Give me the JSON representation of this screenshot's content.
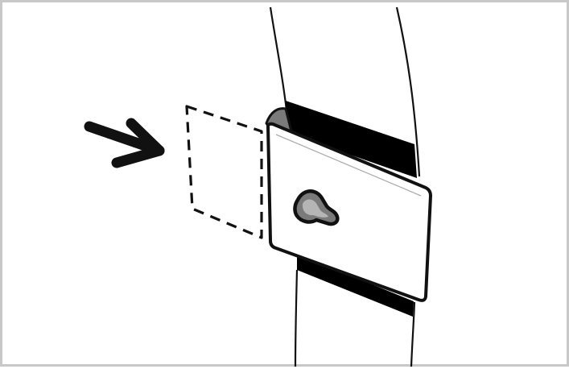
{
  "diagram": {
    "style": "black-and-white line illustration",
    "frame_color": "#c8c8c8",
    "line_color": "#111111",
    "fill_light": "#ffffff",
    "fill_dark": "#000000",
    "fill_grey": "#7a7a7a",
    "elements": {
      "arrow": "direction-arrow-icon",
      "outline": "dashed-outline",
      "strap": "vertical-strap",
      "band": "black-band",
      "clip": "clip-panel",
      "hole": "keyhole-slot-icon"
    }
  }
}
